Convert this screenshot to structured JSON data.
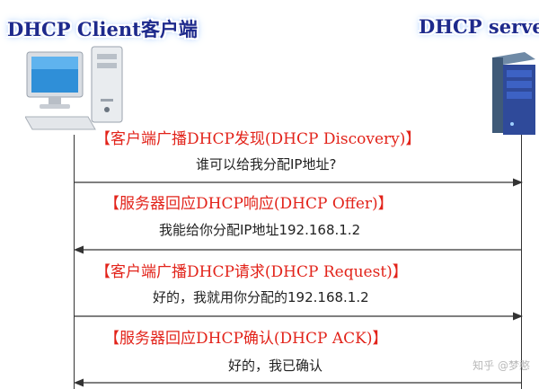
{
  "client": {
    "title": "DHCP Client客户端"
  },
  "server": {
    "title": "DHCP server"
  },
  "messages": [
    {
      "label": "【客户端广播DHCP发现(DHCP Discovery)】",
      "note": "谁可以给我分配IP地址?",
      "direction": "client-to-server"
    },
    {
      "label": "【服务器回应DHCP响应(DHCP Offer)】",
      "note": "我能给你分配IP地址192.168.1.2",
      "direction": "server-to-client"
    },
    {
      "label": "【客户端广播DHCP请求(DHCP Request)】",
      "note": "好的，我就用你分配的192.168.1.2",
      "direction": "client-to-server"
    },
    {
      "label": "【服务器回应DHCP确认(DHCP ACK)】",
      "note": "好的，我已确认",
      "direction": "server-to-client"
    }
  ],
  "watermark": "知乎 @梦憨",
  "icons": {
    "client": "desktop-computer-icon",
    "server": "server-tower-icon"
  },
  "colors": {
    "title": "#1e2a8c",
    "label": "#e2231a",
    "note": "#222222",
    "line": "#333333"
  }
}
